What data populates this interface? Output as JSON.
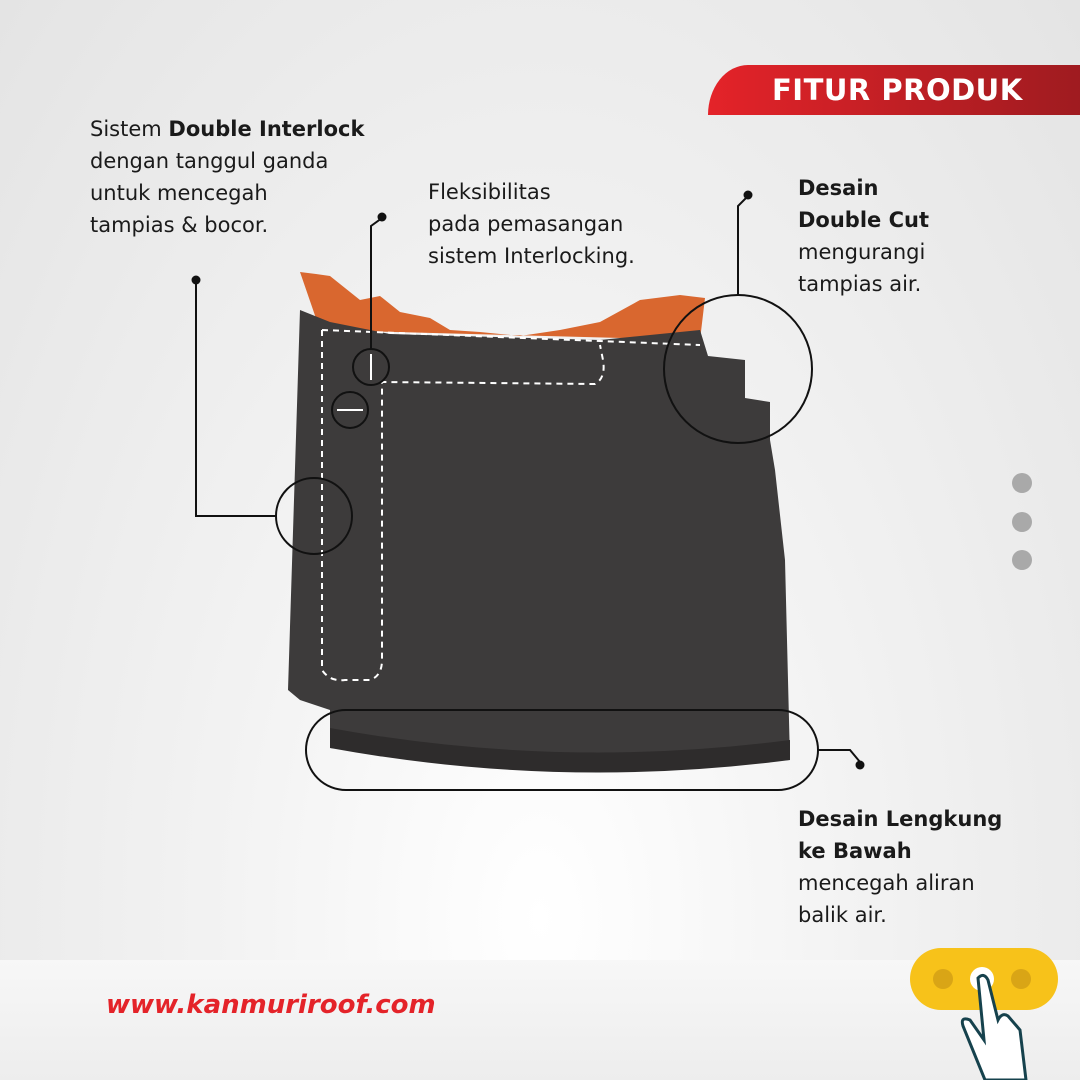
{
  "banner": {
    "title": "FITUR PRODUK"
  },
  "features": {
    "double_interlock": {
      "pre": "Sistem ",
      "bold": "Double Interlock",
      "l2": "dengan tanggul ganda",
      "l3": "untuk mencegah",
      "l4": "tampias & bocor."
    },
    "flexibility": {
      "l1": "Fleksibilitas",
      "l2": "pada pemasangan",
      "l3": "sistem Interlocking."
    },
    "double_cut": {
      "b1": "Desain",
      "b2": "Double Cut",
      "l3": "mengurangi",
      "l4": "tampias air."
    },
    "curve": {
      "b1": "Desain Lengkung",
      "b2": "ke Bawah",
      "l3": "mencegah aliran",
      "l4": "balik air."
    }
  },
  "footer": {
    "url": "www.kanmuriroof.com"
  },
  "colors": {
    "brand_red": "#e42329",
    "tile": "#3d3b3b",
    "tile_top": "#d9672f",
    "swipe": "#f7c21a"
  },
  "carousel": {
    "total_dots": 3
  }
}
